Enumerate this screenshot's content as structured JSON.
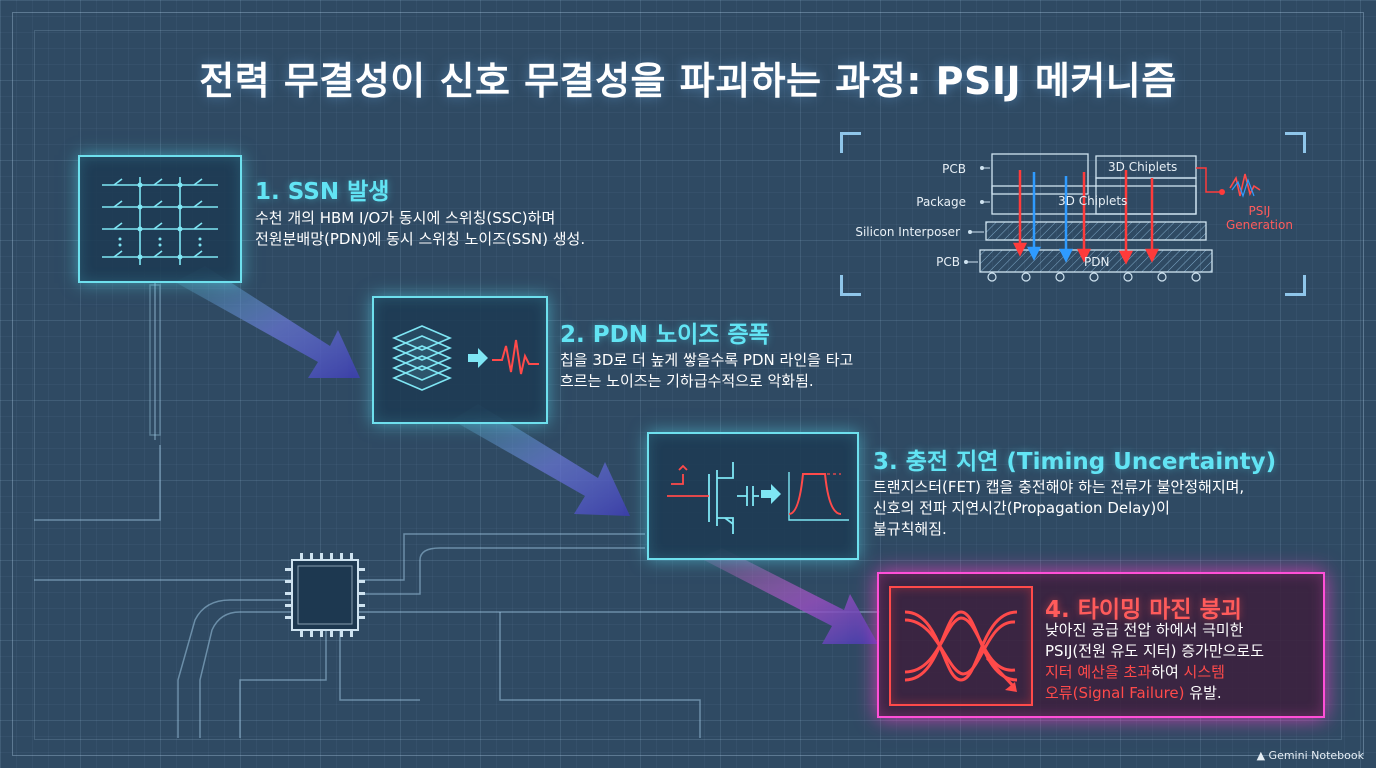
{
  "title": "전력 무결성이 신호 무결성을 파괴하는 과정: PSIJ 메커니즘",
  "steps": [
    {
      "title": "1. SSN 발생",
      "line1": "수천 개의 HBM I/O가 동시에 스위칭(SSC)하며",
      "line2": "전원분배망(PDN)에 동시 스위칭 노이즈(SSN) 생성."
    },
    {
      "title": "2. PDN 노이즈 증폭",
      "line1": "칩을 3D로 더 높게 쌓을수록 PDN 라인을 타고",
      "line2": "흐르는 노이즈는 기하급수적으로 악화됨."
    },
    {
      "title": "3. 충전 지연 (Timing Uncertainty)",
      "line1": "트랜지스터(FET) 캡을 충전해야 하는 전류가 불안정해지며,",
      "line2": "신호의 전파 지연시간(Propagation Delay)이",
      "line3": "불규칙해짐."
    },
    {
      "title": "4. 타이밍 마진 붕괴",
      "line1": "낮아진 공급 전압 하에서 극미한",
      "line2": "PSIJ(전원 유도 지터) 증가만으로도",
      "line3a": "지터 예산을 초과",
      "line3b": "하여 ",
      "line3c": "시스템",
      "line4a": "오류(Signal Failure)",
      "line4b": " 유발."
    }
  ],
  "stack": {
    "pcb_top": "PCB",
    "package": "Package",
    "interposer": "Silicon Interposer",
    "pcb_bottom": "PCB",
    "chiplets_top": "3D Chiplets",
    "chiplets_mid": "3D Chiplets",
    "pdn": "PDN",
    "psij_line1": "PSIJ",
    "psij_line2": "Generation"
  },
  "brand": "Gemini Notebook",
  "colors": {
    "cyan": "#6ee0ee",
    "red": "#ff4a4a",
    "magenta": "#ff4fd8",
    "blue_arrow": "#3d3fa8"
  }
}
